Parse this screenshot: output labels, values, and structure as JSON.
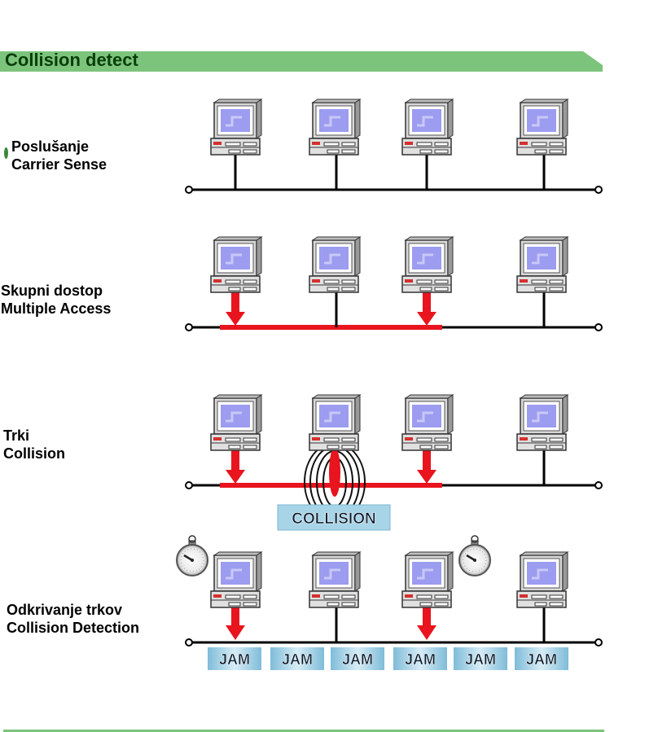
{
  "title": "Collision detect",
  "rows": [
    {
      "line1": "Poslušanje",
      "line2": "Carrier Sense"
    },
    {
      "line1": "Skupni dostop",
      "line2": "Multiple Access"
    },
    {
      "line1": "Trki",
      "line2": "Collision"
    },
    {
      "line1": "Odkrivanje trkov",
      "line2": "Collision Detection"
    }
  ],
  "collision_label": "COLLISION",
  "jam_labels": [
    "JAM",
    "JAM",
    "JAM",
    "JAM",
    "JAM",
    "JAM"
  ],
  "colors": {
    "banner": "#7cc47c",
    "signal": "#e8141e",
    "bus": "#000000",
    "jam_bg": "#a8d4e8"
  }
}
